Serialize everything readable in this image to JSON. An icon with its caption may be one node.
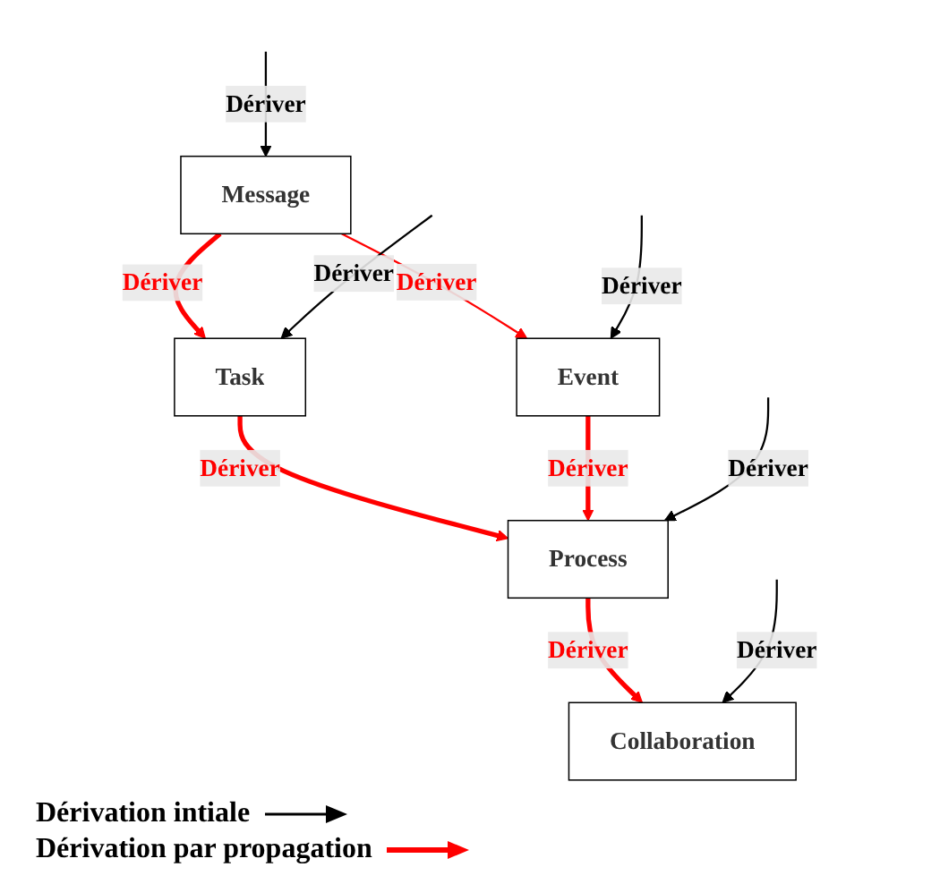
{
  "diagram": {
    "nodes": [
      {
        "text": [
          "Message"
        ]
      },
      {
        "text": [
          "Event"
        ]
      },
      {
        "text": [
          "Task"
        ]
      },
      {
        "text": [
          "Process"
        ]
      },
      {
        "text": [
          "Collaboration"
        ]
      }
    ],
    "edges": [
      {
        "from": null,
        "to": 0,
        "arrow": "to",
        "label": "Dériver"
      },
      {
        "from": 0,
        "to": 1,
        "arrow": "to",
        "label": "Dériver",
        "color": "#ff0000"
      },
      {
        "from": null,
        "to": 1,
        "arrow": "to",
        "label": "Dériver"
      },
      {
        "from": 0,
        "to": 2,
        "arrow": "to",
        "label": "Dériver",
        "style": "thick",
        "color": "#ff0000"
      },
      {
        "from": null,
        "to": 2,
        "arrow": "to",
        "label": "Dériver"
      },
      {
        "from": 2,
        "to": 3,
        "arrow": "to",
        "label": "Dériver",
        "style": "thick",
        "color": "#ff0000"
      },
      {
        "from": 1,
        "to": 3,
        "arrow": "to",
        "label": "Dériver",
        "style": "thick",
        "color": "#ff0000"
      },
      {
        "from": null,
        "to": 3,
        "arrow": "to",
        "label": "Dériver"
      },
      {
        "from": 3,
        "to": 4,
        "arrow": "to",
        "label": "Dériver",
        "style": "thick",
        "color": "#ff0000"
      },
      {
        "from": null,
        "to": 4,
        "arrow": "to",
        "label": "Dériver"
      }
    ],
    "legend": [
      {
        "text": "Dérivation intiale"
      },
      {
        "text": "Dérivation par propagation"
      }
    ]
  }
}
